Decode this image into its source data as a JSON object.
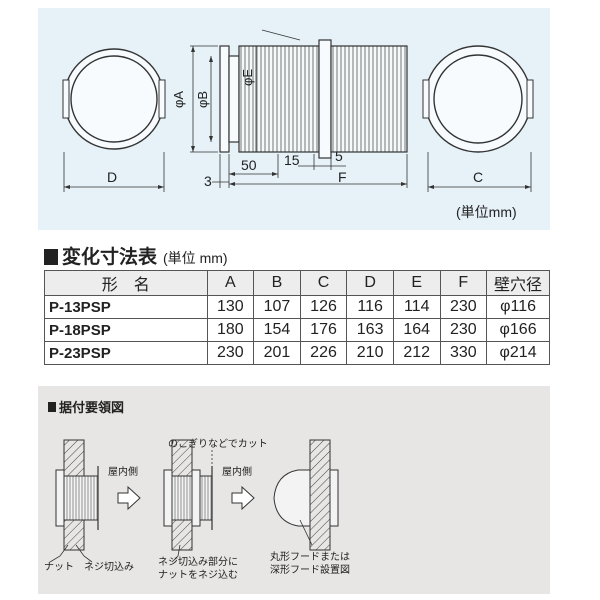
{
  "dimension_drawing": {
    "unit_note": "(単位mm)",
    "labels": {
      "phi_a": "φA",
      "phi_b": "φB",
      "phi_e": "φE",
      "d": "D",
      "c": "C",
      "dim_3": "3",
      "dim_50": "50",
      "dim_15": "15",
      "dim_5": "5",
      "f": "F"
    }
  },
  "table_section": {
    "title": "変化寸法表",
    "unit": "(単位 mm)",
    "headers": [
      "形　名",
      "A",
      "B",
      "C",
      "D",
      "E",
      "F",
      "壁穴径"
    ],
    "rows": [
      [
        "P-13PSP",
        "130",
        "107",
        "126",
        "116",
        "114",
        "230",
        "φ116"
      ],
      [
        "P-18PSP",
        "180",
        "154",
        "176",
        "163",
        "164",
        "230",
        "φ166"
      ],
      [
        "P-23PSP",
        "230",
        "201",
        "226",
        "210",
        "212",
        "330",
        "φ214"
      ]
    ]
  },
  "installation": {
    "title": "据付要領図",
    "labels": {
      "saw_cut": "のこぎりなどでカット",
      "indoor_1": "屋内側",
      "indoor_2": "屋内側",
      "nut": "ナット",
      "thread_in": "ネジ切込み",
      "screw_nut_line1": "ネジ切込み部分に",
      "screw_nut_line2": "ナットをネジ込む",
      "hood_line1": "丸形フードまたは",
      "hood_line2": "深形フード設置図"
    }
  }
}
